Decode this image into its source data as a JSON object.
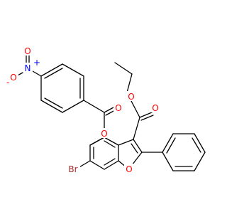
{
  "molecule": {
    "atoms": [
      {
        "id": "N",
        "label": "N",
        "charge": "+",
        "color": "#0000FF"
      },
      {
        "id": "O1",
        "label": "O",
        "charge": "",
        "color": "#FF0000"
      },
      {
        "id": "O2",
        "label": "O",
        "charge": "-",
        "color": "#FF0000"
      },
      {
        "id": "O3",
        "label": "O",
        "charge": "",
        "color": "#FF0000"
      },
      {
        "id": "O4",
        "label": "O",
        "charge": "",
        "color": "#FF0000"
      },
      {
        "id": "O5",
        "label": "O",
        "charge": "",
        "color": "#FF0000"
      },
      {
        "id": "O6",
        "label": "O",
        "charge": "",
        "color": "#FF0000"
      },
      {
        "id": "O7",
        "label": "O",
        "charge": "",
        "color": "#FF0000"
      },
      {
        "id": "Br",
        "label": "Br",
        "charge": "",
        "color": "#A52A2A"
      }
    ]
  }
}
